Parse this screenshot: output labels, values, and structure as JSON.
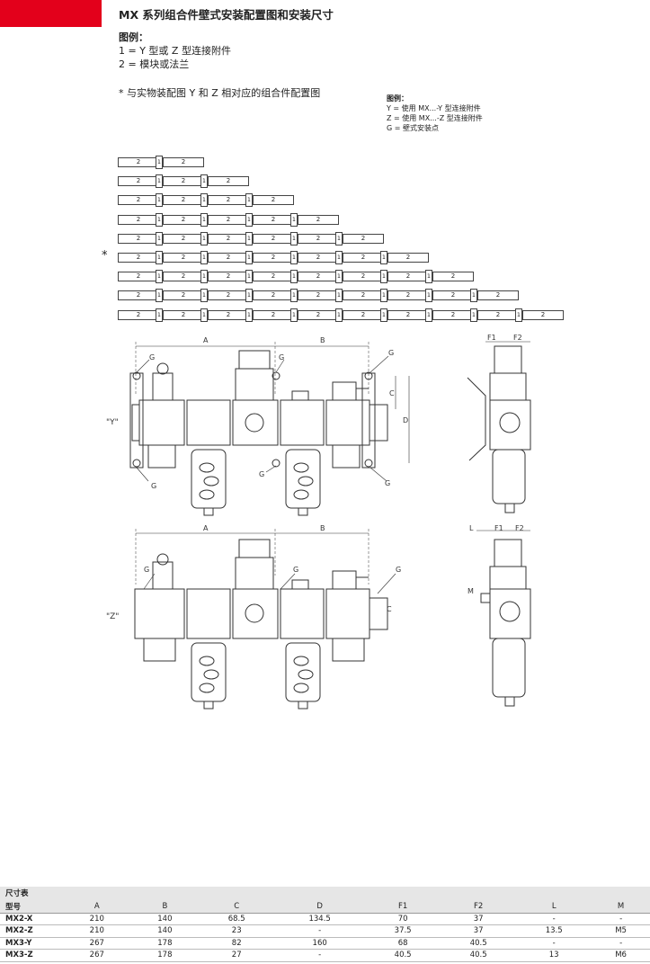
{
  "header": {
    "title": "MX 系列组合件壁式安装配置图和安装尺寸"
  },
  "legend_main": {
    "heading": "图例：",
    "items": [
      "1 = Y 型或 Z 型连接附件",
      "2 = 模块或法兰"
    ]
  },
  "note": "* 与实物装配图 Y 和 Z 相对应的组合件配置图",
  "legend_small": {
    "heading": "图例：",
    "items": [
      "Y = 使用 MX...-Y 型连接附件",
      "Z = 使用 MX...-Z 型连接附件",
      "G = 壁式安装点"
    ]
  },
  "config": {
    "module_label": "2",
    "connector_label": "1",
    "marker": "*",
    "marked_row": 5,
    "rows": [
      2,
      3,
      4,
      5,
      6,
      7,
      8,
      9,
      10
    ]
  },
  "drawing": {
    "view_y_label": "\"Y\"",
    "view_z_label": "\"Z\"",
    "dim_labels": [
      "A",
      "B",
      "C",
      "D",
      "G",
      "F1",
      "F2",
      "L",
      "M"
    ]
  },
  "table": {
    "caption": "尺寸表",
    "headers": [
      "型号",
      "A",
      "B",
      "C",
      "D",
      "F1",
      "F2",
      "L",
      "M"
    ],
    "rows": [
      [
        "MX2-X",
        "210",
        "140",
        "68.5",
        "134.5",
        "70",
        "37",
        "-",
        "-"
      ],
      [
        "MX2-Z",
        "210",
        "140",
        "23",
        "-",
        "37.5",
        "37",
        "13.5",
        "M5"
      ],
      [
        "MX3-Y",
        "267",
        "178",
        "82",
        "160",
        "68",
        "40.5",
        "-",
        "-"
      ],
      [
        "MX3-Z",
        "267",
        "178",
        "27",
        "-",
        "40.5",
        "40.5",
        "13",
        "M6"
      ]
    ]
  },
  "colors": {
    "accent": "#e3001b"
  }
}
